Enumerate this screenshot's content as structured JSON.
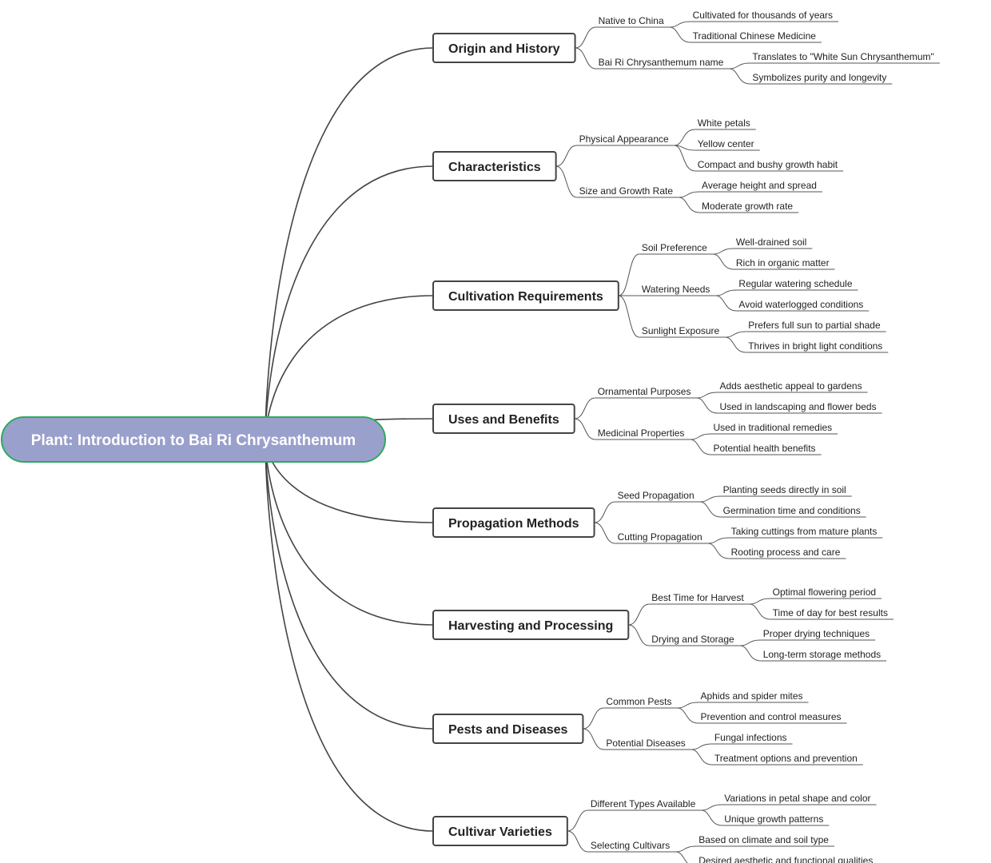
{
  "root": {
    "label": "Plant: Introduction to Bai Ri Chrysanthemum"
  },
  "branches": [
    {
      "label": "Origin and History",
      "children": [
        {
          "label": "Native to China",
          "children": [
            "Cultivated for thousands of years",
            "Traditional Chinese Medicine"
          ]
        },
        {
          "label": "Bai Ri Chrysanthemum name",
          "children": [
            "Translates to \"White Sun Chrysanthemum\"",
            "Symbolizes purity and longevity"
          ]
        }
      ]
    },
    {
      "label": "Characteristics",
      "children": [
        {
          "label": "Physical Appearance",
          "children": [
            "White petals",
            "Yellow center",
            "Compact and bushy growth habit"
          ]
        },
        {
          "label": "Size and Growth Rate",
          "children": [
            "Average height and spread",
            "Moderate growth rate"
          ]
        }
      ]
    },
    {
      "label": "Cultivation Requirements",
      "children": [
        {
          "label": "Soil Preference",
          "children": [
            "Well-drained soil",
            "Rich in organic matter"
          ]
        },
        {
          "label": "Watering Needs",
          "children": [
            "Regular watering schedule",
            "Avoid waterlogged conditions"
          ]
        },
        {
          "label": "Sunlight Exposure",
          "children": [
            "Prefers full sun to partial shade",
            "Thrives in bright light conditions"
          ]
        }
      ]
    },
    {
      "label": "Uses and Benefits",
      "children": [
        {
          "label": "Ornamental Purposes",
          "children": [
            "Adds aesthetic appeal to gardens",
            "Used in landscaping and flower beds"
          ]
        },
        {
          "label": "Medicinal Properties",
          "children": [
            "Used in traditional remedies",
            "Potential health benefits"
          ]
        }
      ]
    },
    {
      "label": "Propagation Methods",
      "children": [
        {
          "label": "Seed Propagation",
          "children": [
            "Planting seeds directly in soil",
            "Germination time and conditions"
          ]
        },
        {
          "label": "Cutting Propagation",
          "children": [
            "Taking cuttings from mature plants",
            "Rooting process and care"
          ]
        }
      ]
    },
    {
      "label": "Harvesting and Processing",
      "children": [
        {
          "label": "Best Time for Harvest",
          "children": [
            "Optimal flowering period",
            "Time of day for best results"
          ]
        },
        {
          "label": "Drying and Storage",
          "children": [
            "Proper drying techniques",
            "Long-term storage methods"
          ]
        }
      ]
    },
    {
      "label": "Pests and Diseases",
      "children": [
        {
          "label": "Common Pests",
          "children": [
            "Aphids and spider mites",
            "Prevention and control measures"
          ]
        },
        {
          "label": "Potential Diseases",
          "children": [
            "Fungal infections",
            "Treatment options and prevention"
          ]
        }
      ]
    },
    {
      "label": "Cultivar Varieties",
      "children": [
        {
          "label": "Different Types Available",
          "children": [
            "Variations in petal shape and color",
            "Unique growth patterns"
          ]
        },
        {
          "label": "Selecting Cultivars",
          "children": [
            "Based on climate and soil type",
            "Desired aesthetic and functional qualities"
          ]
        }
      ]
    }
  ]
}
